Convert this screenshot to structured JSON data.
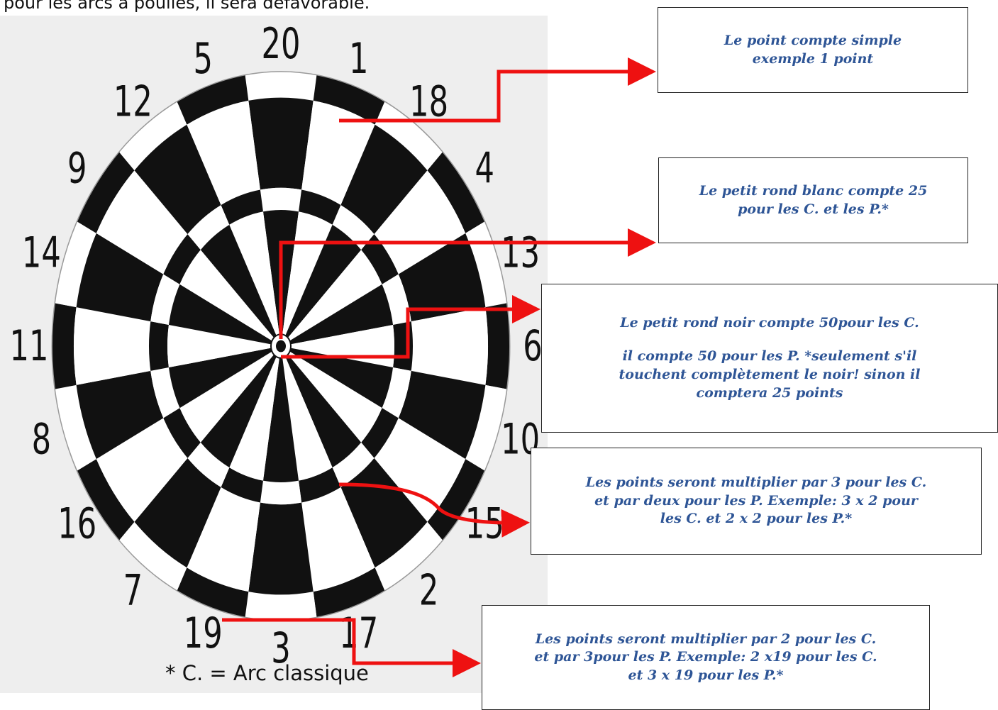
{
  "header": {
    "text": "pour les arcs à poulies, il sera défavorable."
  },
  "footnote": "* C. = Arc classique",
  "dartboard": {
    "numbers": [
      "20",
      "1",
      "18",
      "4",
      "13",
      "6",
      "10",
      "15",
      "2",
      "17",
      "3",
      "19",
      "7",
      "16",
      "8",
      "11",
      "14",
      "9",
      "12",
      "5"
    ],
    "colors": {
      "dark": "#111111",
      "light": "#ffffff",
      "wire": "#9a9a9a",
      "arrow": "#ee1111"
    }
  },
  "callouts": {
    "simple": {
      "line1": "Le point compte simple",
      "line2": "exemple 1 point"
    },
    "white_bull": {
      "line1": "Le petit rond blanc compte 25",
      "line2": "pour les C. et les P.*"
    },
    "black_bull": {
      "line1": "Le petit rond noir compte 50pour les C.",
      "line2": "il compte 50 pour les P. *seulement s'il",
      "line3": "touchent complètement le noir! sinon il",
      "line4": "comptera 25 points"
    },
    "triple": {
      "line1": "Les points seront multiplier par 3 pour les C.",
      "line2": "et par deux pour les P. Exemple: 3 x 2 pour",
      "line3": "les C. et 2 x 2 pour les P.*"
    },
    "double": {
      "line1": "Les points seront multiplier par 2 pour les C.",
      "line2": "et par 3pour les P. Exemple: 2 x19  pour les C.",
      "line3": "et 3 x 19 pour les P.*"
    }
  }
}
